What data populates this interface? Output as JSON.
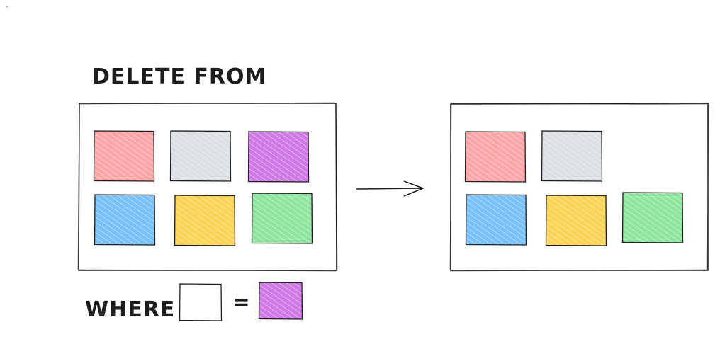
{
  "title": "DELETE FROM",
  "where_label": "WHERE",
  "operator": "=",
  "stroke_color": "#1e1e1e",
  "before_table": {
    "rows": [
      [
        {
          "name": "red",
          "color": "#ff8787"
        },
        {
          "name": "gray",
          "color": "#ced4da"
        },
        {
          "name": "purple",
          "color": "#be4bdb"
        }
      ],
      [
        {
          "name": "blue",
          "color": "#4dabf7"
        },
        {
          "name": "yellow",
          "color": "#fcc419"
        },
        {
          "name": "green",
          "color": "#69db7c"
        }
      ]
    ]
  },
  "after_table": {
    "rows": [
      [
        {
          "name": "red",
          "color": "#ff8787"
        },
        {
          "name": "gray",
          "color": "#ced4da"
        }
      ],
      [
        {
          "name": "blue",
          "color": "#4dabf7"
        },
        {
          "name": "yellow",
          "color": "#fcc419"
        },
        {
          "name": "green",
          "color": "#69db7c"
        }
      ]
    ]
  },
  "condition": {
    "left": {
      "name": "empty",
      "color": "#ffffff"
    },
    "right": {
      "name": "purple",
      "color": "#be4bdb"
    }
  }
}
